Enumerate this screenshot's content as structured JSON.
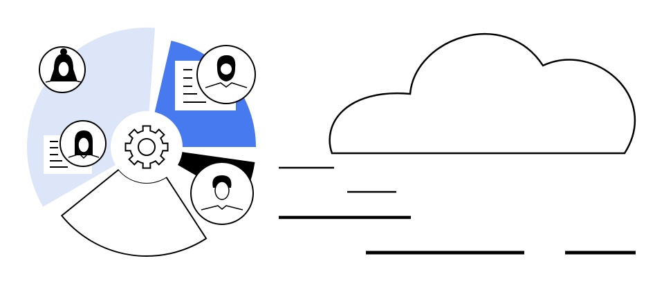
{
  "illustration": {
    "subject": "team-pie-chart-with-cloud",
    "icons": [
      "gear-icon",
      "avatar-woman-bun",
      "avatar-man-beard",
      "avatar-woman",
      "avatar-man",
      "document-icon",
      "cloud-icon"
    ],
    "colors": {
      "light_blue": "#dce6f8",
      "blue": "#4779ef",
      "black": "#000000",
      "white": "#ffffff"
    }
  }
}
